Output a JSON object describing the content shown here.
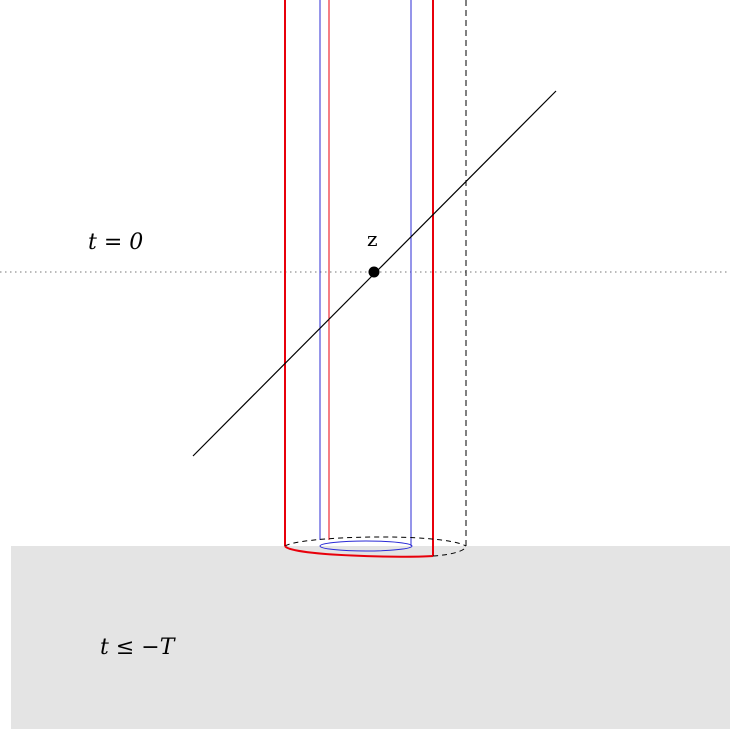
{
  "labels": {
    "time_zero": "t = 0",
    "past_region": "t ≤ −T",
    "point": "z"
  },
  "colors": {
    "outer_cylinder": "#e8000b",
    "inner_cylinder": "#2b2bd6",
    "past_region_fill": "#e4e4e4",
    "line": "#000000",
    "dotted_line": "#777777"
  }
}
